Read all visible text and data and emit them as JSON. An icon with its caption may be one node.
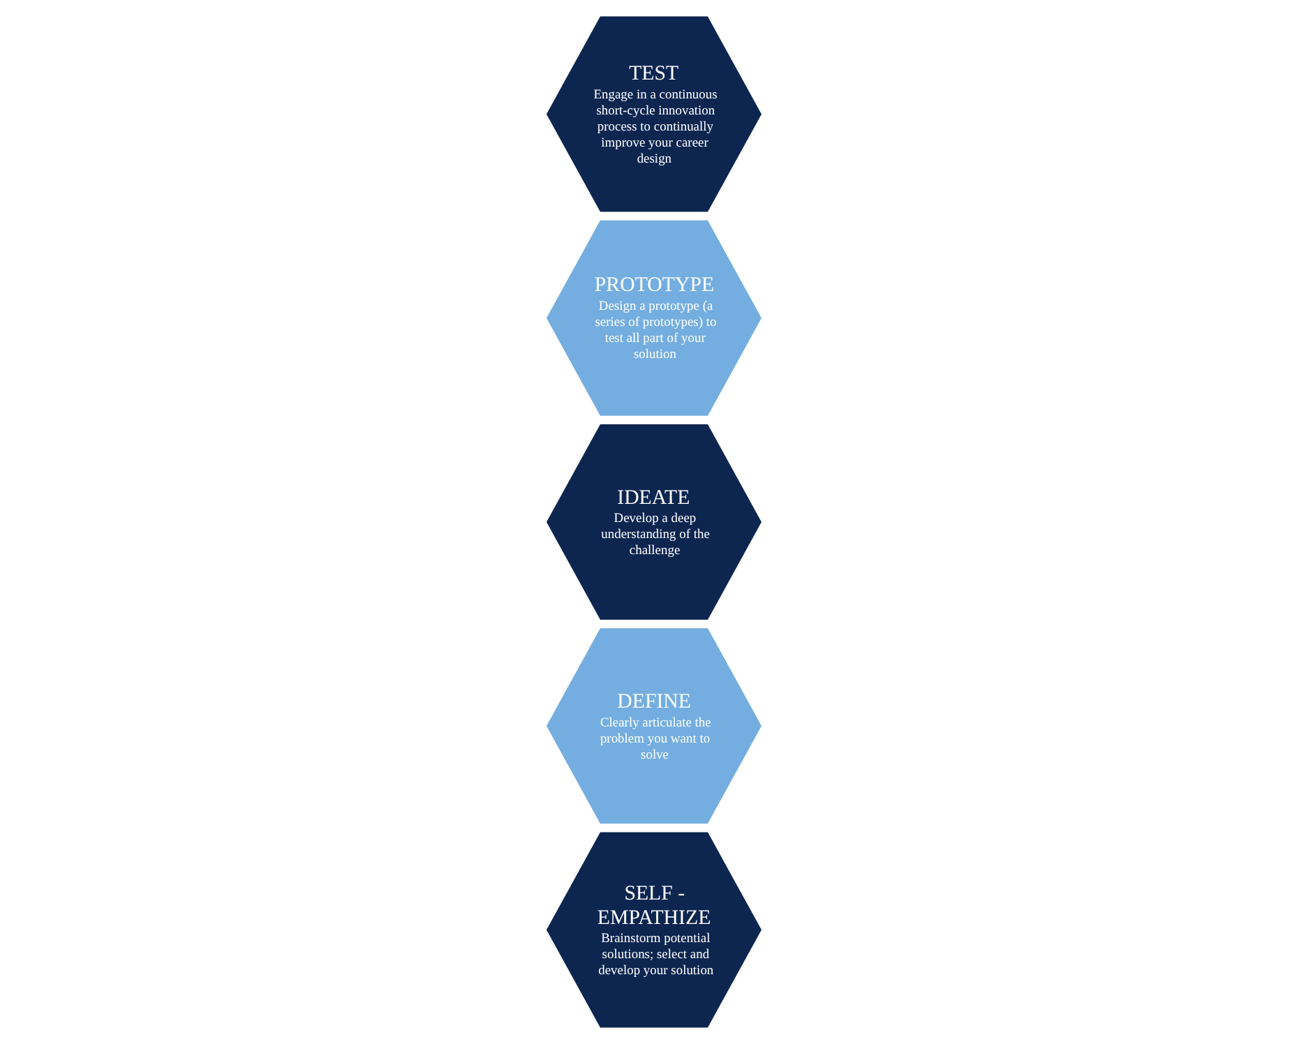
{
  "diagram": {
    "nodes": [
      {
        "text": [
          "SELF - EMPATHIZE",
          "Brainstorm potential solutions; select and develop your solution"
        ]
      },
      {
        "text": [
          "DEFINE",
          "Clearly articulate the problem you want to solve"
        ]
      },
      {
        "text": [
          "IDEATE",
          "Develop a deep understanding of the challenge"
        ]
      },
      {
        "text": [
          "PROTOTYPE",
          "Design a prototype (a series of prototypes) to test all part of your solution"
        ]
      },
      {
        "text": [
          "TEST",
          "Engage in a continuous short-cycle innovation process to continually improve your career design"
        ]
      }
    ]
  }
}
